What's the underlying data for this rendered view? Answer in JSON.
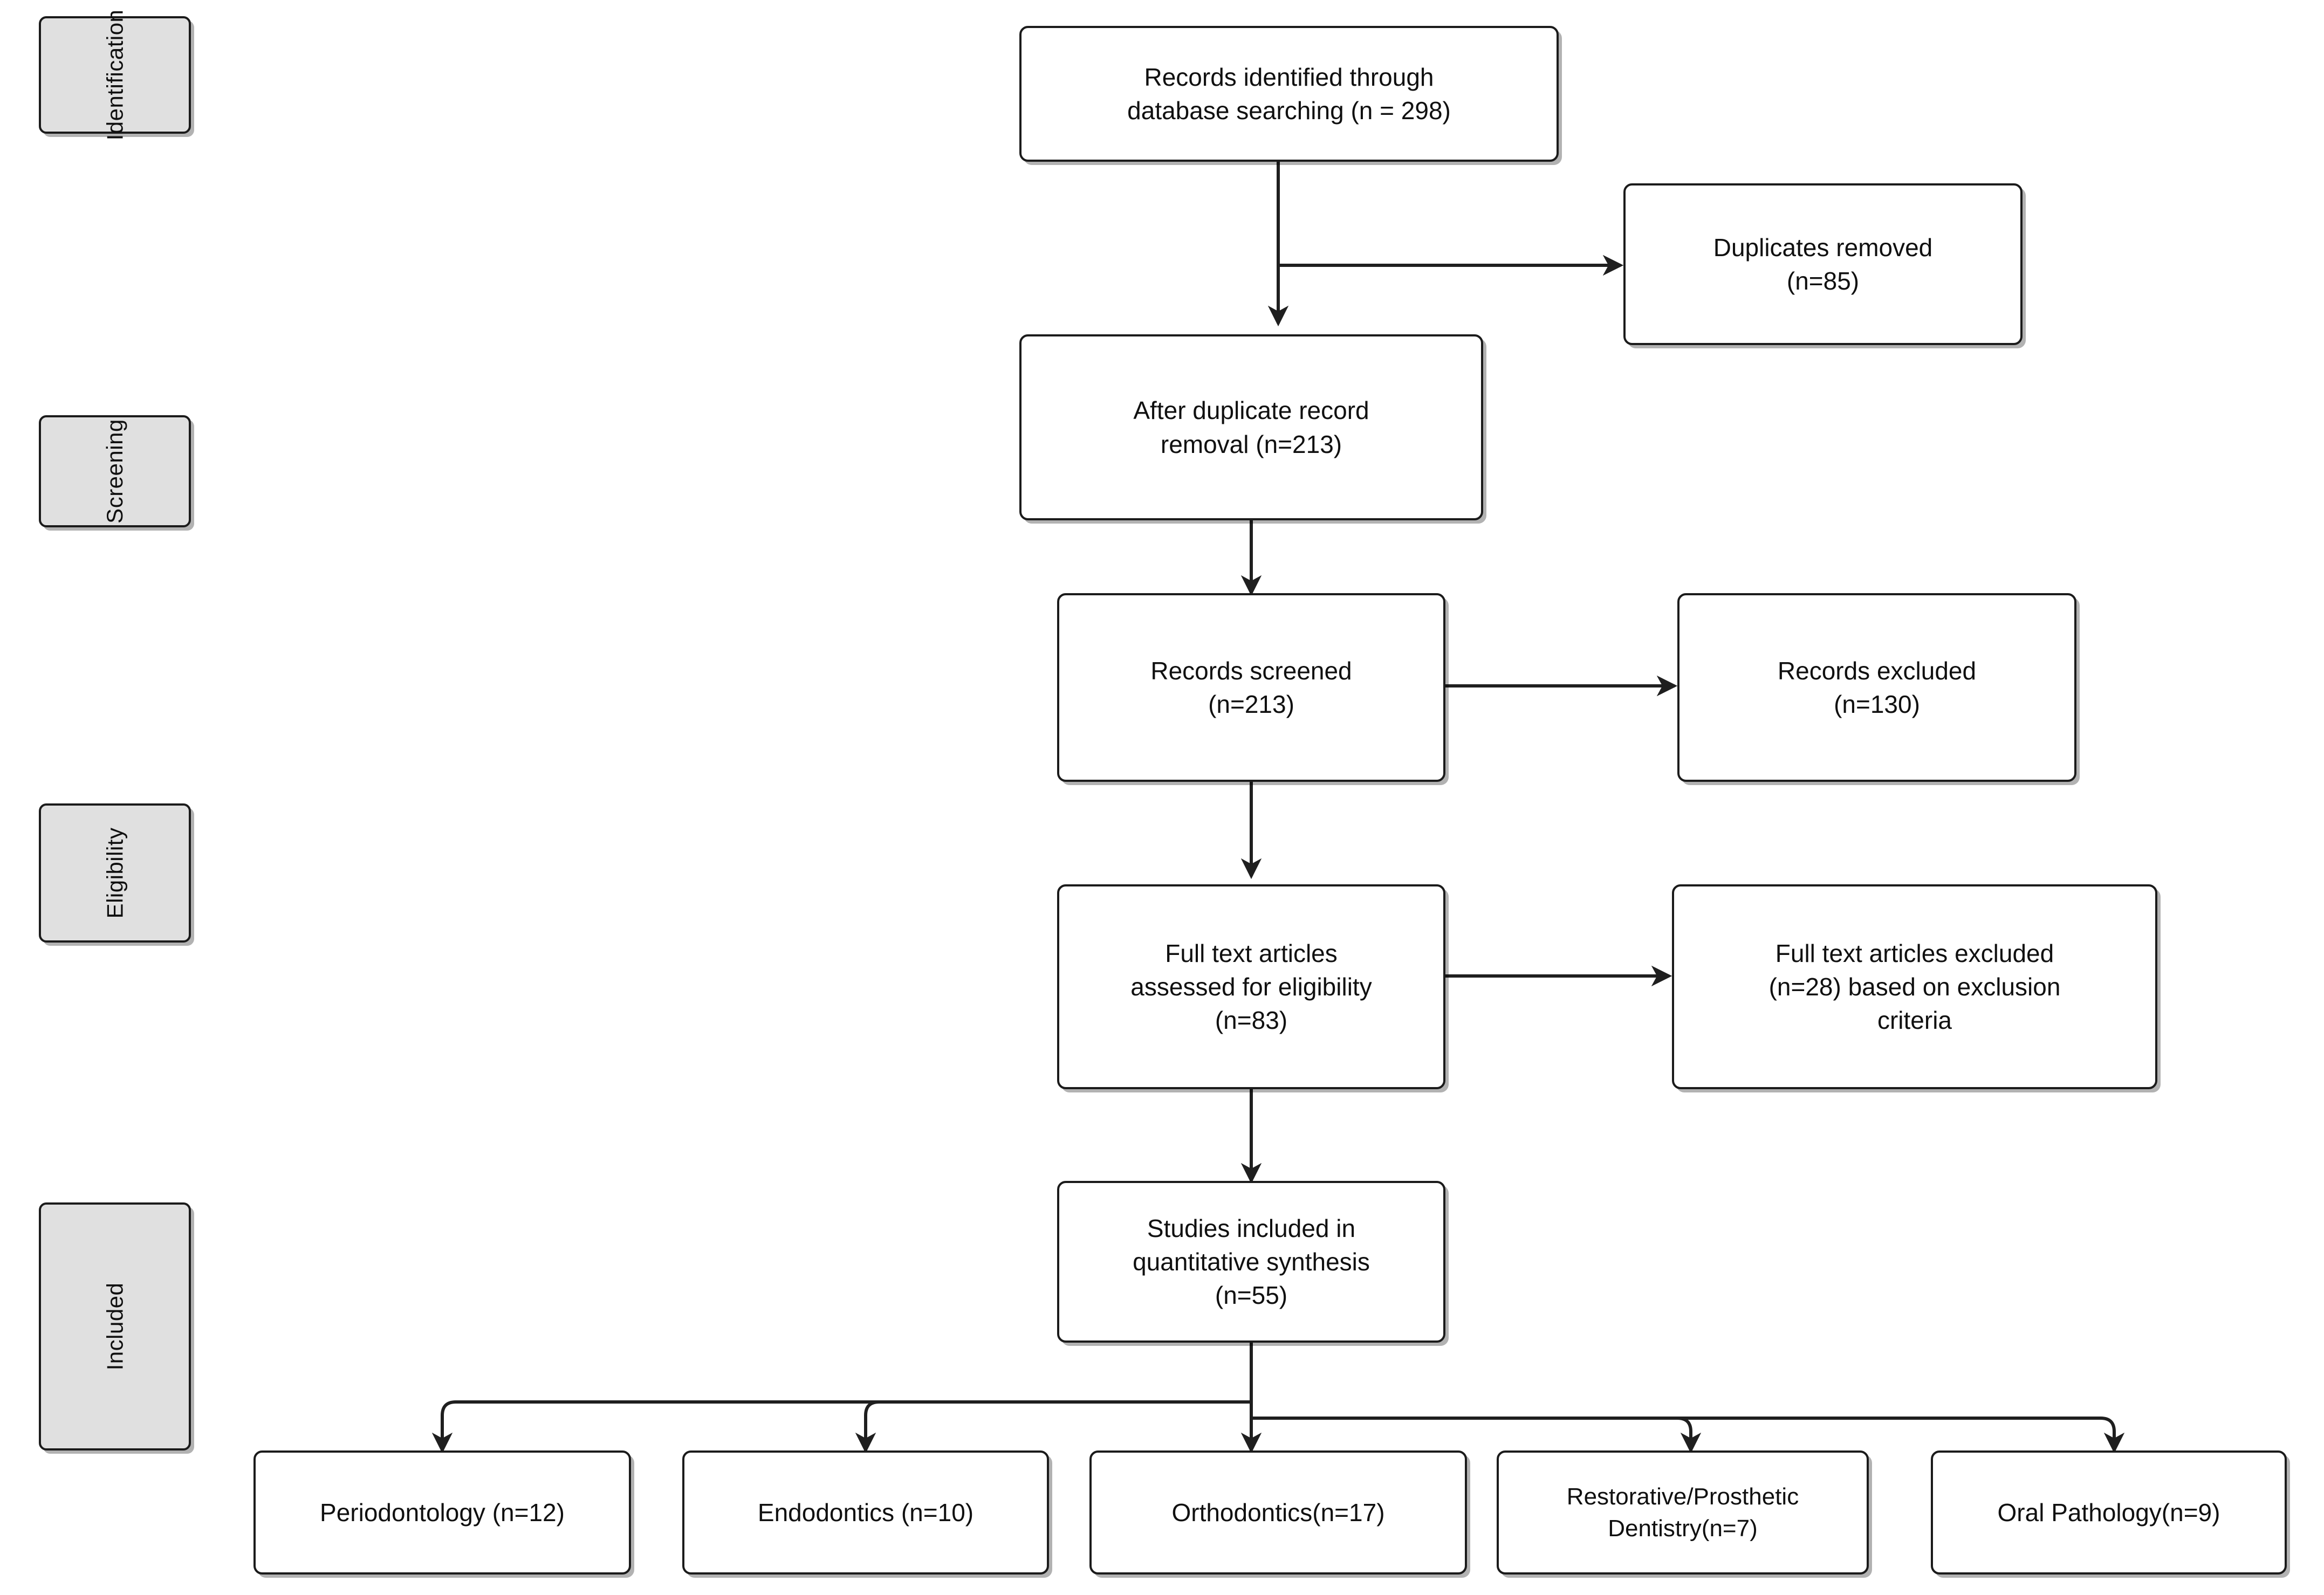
{
  "diagram": {
    "type": "prisma-flow-diagram",
    "stages": [
      {
        "id": "identification",
        "label": "Identification"
      },
      {
        "id": "screening",
        "label": "Screening"
      },
      {
        "id": "eligibility",
        "label": "Eligibility"
      },
      {
        "id": "included",
        "label": "Included"
      }
    ],
    "main_flow": [
      {
        "id": "records-identified",
        "text": "Records identified through\ndatabase searching (n = 298)",
        "n": 298
      },
      {
        "id": "after-duplicates",
        "text": "After duplicate record\nremoval (n=213)",
        "n": 213
      },
      {
        "id": "records-screened",
        "text": "Records screened\n(n=213)",
        "n": 213
      },
      {
        "id": "full-text-assessed",
        "text": "Full text articles\nassessed for eligibility\n(n=83)",
        "n": 83
      },
      {
        "id": "studies-included",
        "text": "Studies included in\nquantitative synthesis\n(n=55)",
        "n": 55
      }
    ],
    "exclusions": [
      {
        "id": "duplicates-removed",
        "text": "Duplicates removed\n(n=85)",
        "n": 85
      },
      {
        "id": "records-excluded",
        "text": "Records excluded\n(n=130)",
        "n": 130
      },
      {
        "id": "full-text-excluded",
        "text": "Full text articles excluded\n(n=28) based on exclusion\ncriteria",
        "n": 28
      }
    ],
    "outcomes": [
      {
        "id": "periodontology",
        "text": "Periodontology (n=12)",
        "n": 12
      },
      {
        "id": "endodontics",
        "text": "Endodontics (n=10)",
        "n": 10
      },
      {
        "id": "orthodontics",
        "text": "Orthodontics(n=17)",
        "n": 17
      },
      {
        "id": "restorative",
        "text": "Restorative/Prosthetic\nDentistry(n=7)",
        "n": 7
      },
      {
        "id": "oral-pathology",
        "text": "Oral Pathology(n=9)",
        "n": 9
      }
    ],
    "colors": {
      "stage_fill": "#e0e0e0",
      "node_fill": "#ffffff",
      "stroke": "#1b1b1b",
      "text": "#101010",
      "background": "#ffffff"
    }
  }
}
